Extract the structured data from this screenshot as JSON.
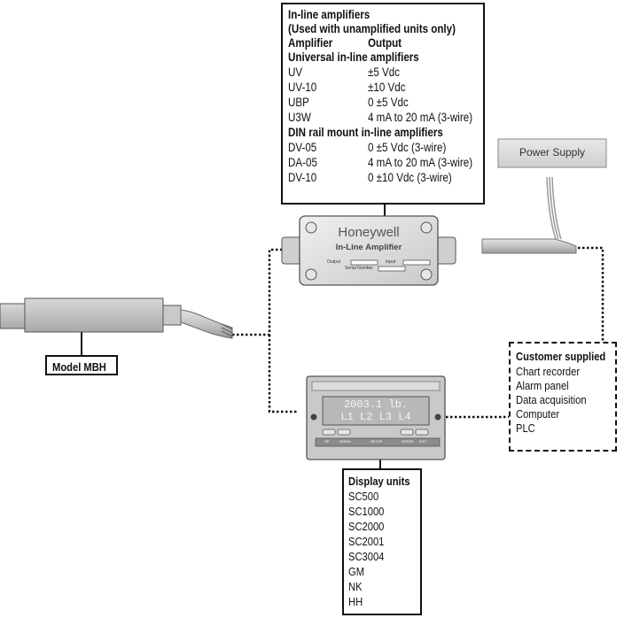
{
  "amplifier_box": {
    "title": "In-line amplifiers",
    "subtitle": "(Used with unamplified units only)",
    "header_amplifier": "Amplifier",
    "header_output": "Output",
    "universal_heading": "Universal in-line amplifiers",
    "universal_rows": [
      {
        "model": "UV",
        "output": "±5 Vdc"
      },
      {
        "model": "UV-10",
        "output": "±10 Vdc"
      },
      {
        "model": "UBP",
        "output": "0 ±5 Vdc"
      },
      {
        "model": "U3W",
        "output": "4 mA to 20 mA (3-wire)"
      }
    ],
    "din_heading": "DIN rail mount in-line amplifiers",
    "din_rows": [
      {
        "model": "DV-05",
        "output": "0 ±5 Vdc (3-wire)"
      },
      {
        "model": "DA-05",
        "output": "4 mA to 20 mA (3-wire)"
      },
      {
        "model": "DV-10",
        "output": "0 ±10 Vdc (3-wire)"
      }
    ]
  },
  "amplifier_device": {
    "brand": "Honeywell",
    "name": "In-Line Amplifier",
    "output_label": "Output",
    "input_label": "Input",
    "serial_label": "Serial Number"
  },
  "power_supply": {
    "label": "Power Supply"
  },
  "sensor": {
    "label": "Model MBH"
  },
  "display_device": {
    "line1": "2003.1 lb.",
    "line2": "L1 L2 L3 L4",
    "button_labels": [
      "SP",
      "DOWN",
      "SETUP",
      "ENTER",
      "EXIT"
    ]
  },
  "customer_box": {
    "title": "Customer supplied",
    "items": [
      "Chart recorder",
      "Alarm panel",
      "Data acquisition",
      "Computer",
      "PLC"
    ]
  },
  "display_units_box": {
    "title": "Display units",
    "items": [
      "SC500",
      "SC1000",
      "SC2000",
      "SC2001",
      "SC3004",
      "GM",
      "NK",
      "HH"
    ]
  }
}
